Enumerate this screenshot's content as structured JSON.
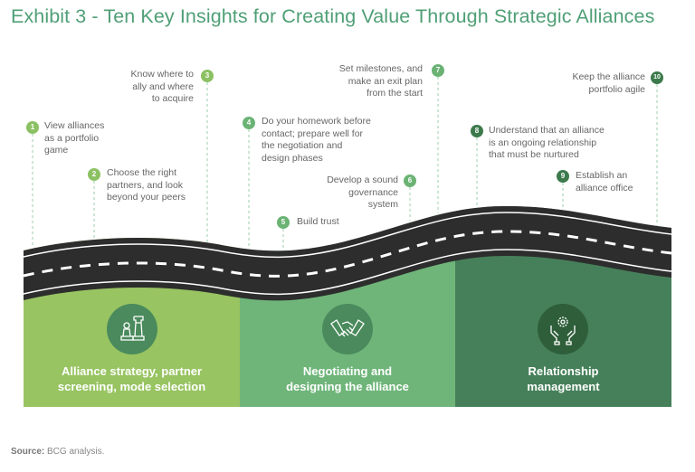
{
  "title": "Exhibit 3 - Ten Key Insights for Creating Value Through Strategic Alliances",
  "colors": {
    "title": "#4f9f76",
    "stage1": "#98c462",
    "stage2": "#6fb57a",
    "stage3": "#46805a",
    "road": "#2e2e2e",
    "marker_light": "#8cc163",
    "marker_mid": "#6ab374",
    "marker_dark": "#3c7a4c"
  },
  "insights": [
    {
      "number": "1",
      "text": [
        "View alliances",
        "as a portfolio",
        "game"
      ]
    },
    {
      "number": "2",
      "text": [
        "Choose the right",
        "partners, and look",
        "beyond your peers"
      ]
    },
    {
      "number": "3",
      "text": [
        "Know where to",
        "ally and where",
        "to acquire"
      ]
    },
    {
      "number": "4",
      "text": [
        "Do your homework before",
        "contact; prepare well for",
        "the negotiation and",
        "design phases"
      ]
    },
    {
      "number": "5",
      "text": [
        "Build trust"
      ]
    },
    {
      "number": "6",
      "text": [
        "Develop a sound",
        "governance",
        "system"
      ]
    },
    {
      "number": "7",
      "text": [
        "Set milestones, and",
        "make an exit plan",
        "from the start"
      ]
    },
    {
      "number": "8",
      "text": [
        "Understand that an alliance",
        "is an ongoing relationship",
        "that must be nurtured"
      ]
    },
    {
      "number": "9",
      "text": [
        "Establish an",
        "alliance office"
      ]
    },
    {
      "number": "10",
      "text": [
        "Keep the alliance",
        "portfolio agile"
      ]
    }
  ],
  "stages": [
    {
      "label": [
        "Alliance strategy, partner",
        "screening, mode selection"
      ],
      "icon": "chess-pieces-icon"
    },
    {
      "label": [
        "Negotiating and",
        "designing the alliance"
      ],
      "icon": "handshake-icon"
    },
    {
      "label": [
        "Relationship",
        "management"
      ],
      "icon": "hands-gear-icon"
    }
  ],
  "source": {
    "label": "Source:",
    "text": " BCG analysis."
  }
}
